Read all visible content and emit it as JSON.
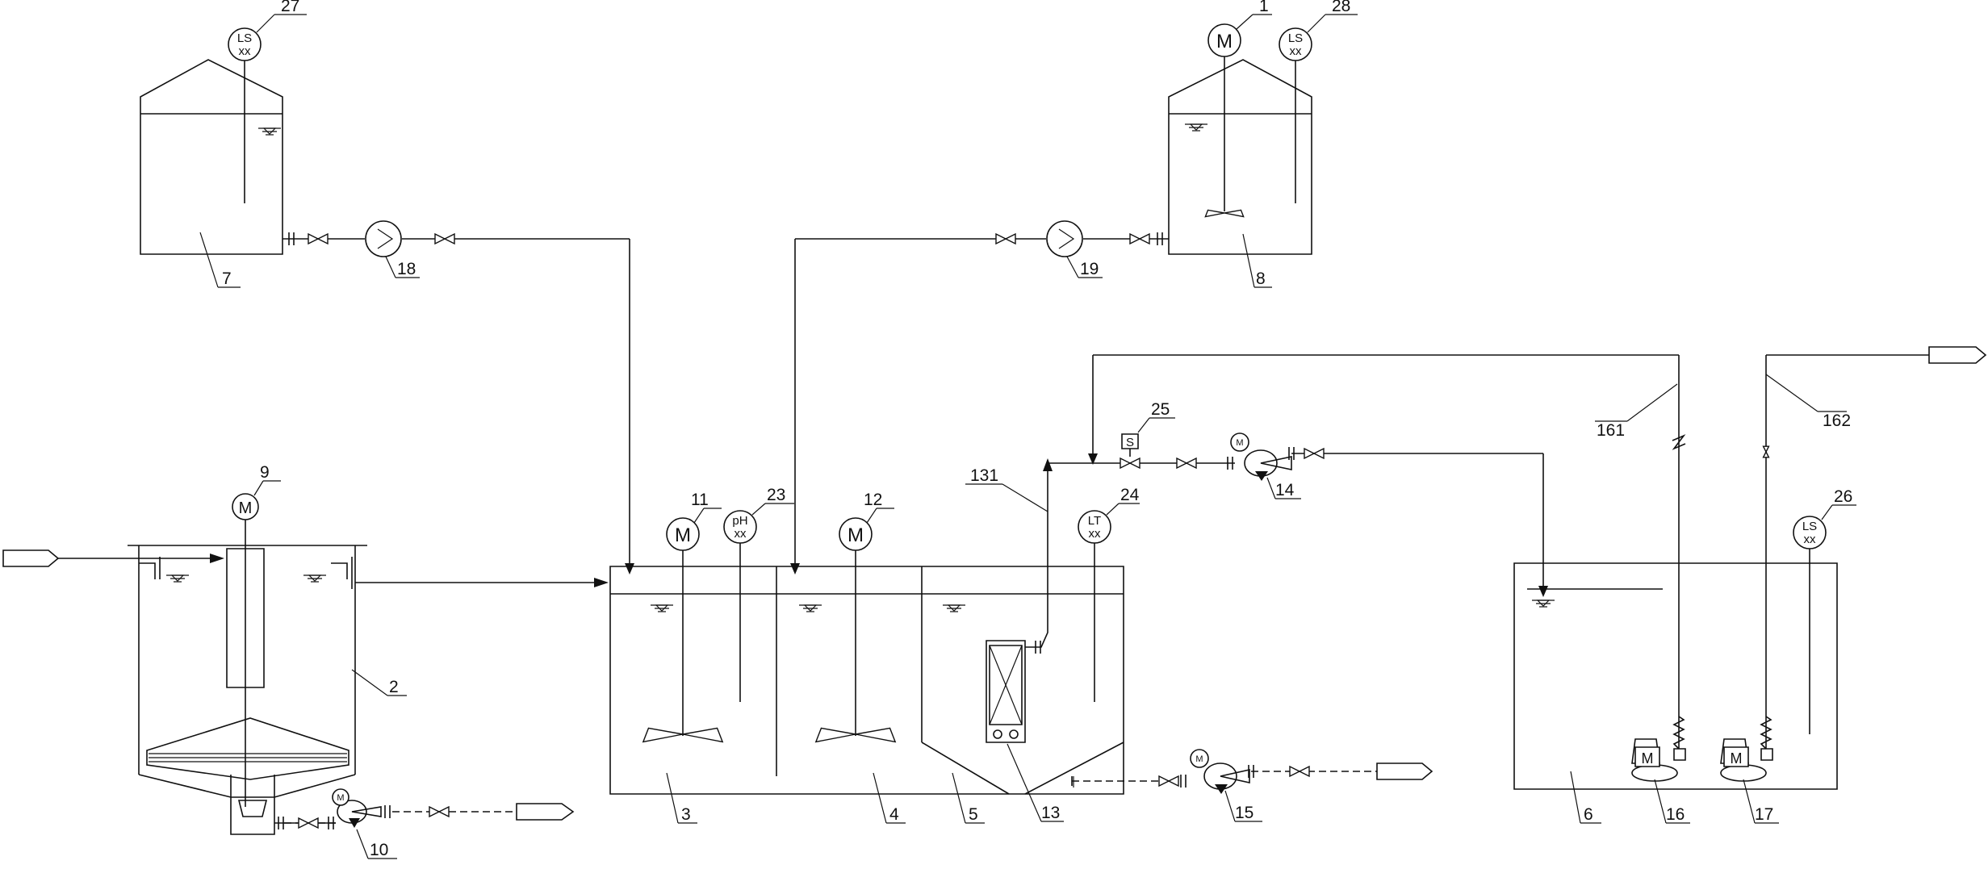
{
  "labels": {
    "n1": "1",
    "n2": "2",
    "n3": "3",
    "n4": "4",
    "n5": "5",
    "n6": "6",
    "n7": "7",
    "n8": "8",
    "n9": "9",
    "n10": "10",
    "n11": "11",
    "n12": "12",
    "n13": "13",
    "n14": "14",
    "n15": "15",
    "n16": "16",
    "n17": "17",
    "n18": "18",
    "n19": "19",
    "n23": "23",
    "n24": "24",
    "n25": "25",
    "n26": "26",
    "n27": "27",
    "n28": "28",
    "n131": "131",
    "n161": "161",
    "n162": "162"
  },
  "instruments": {
    "level_switch_tag": "LS",
    "level_transmitter_tag": "LT",
    "ph_tag": "pH",
    "value_placeholder": "xx",
    "motor_symbol": "M",
    "solenoid_symbol": "S"
  }
}
